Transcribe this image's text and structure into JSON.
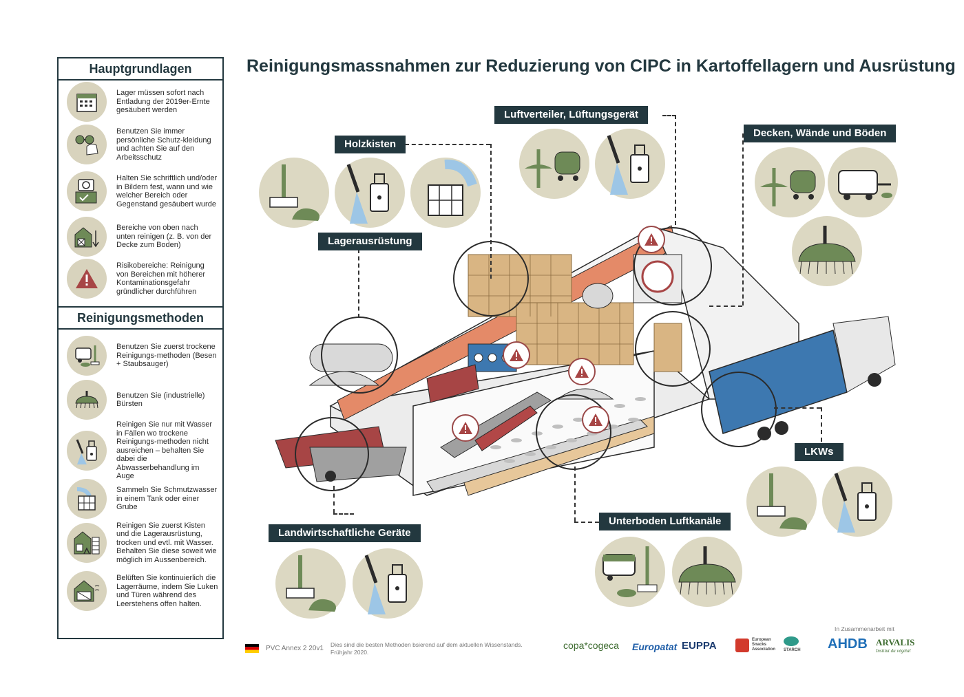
{
  "title": "Reinigungsmassnahmen zur Reduzierung von CIPC in Kartoffellagern und Ausrüstung",
  "sidebar": {
    "principles_title": "Hauptgrundlagen",
    "principles": [
      {
        "icon": "calendar-icon",
        "text": "Lager müssen sofort nach Entladung der 2019er-Ernte gesäubert werden"
      },
      {
        "icon": "protective-gear-icon",
        "text": "Benutzen Sie immer persönliche Schutz-kleidung und achten Sie auf den Arbeitsschutz"
      },
      {
        "icon": "camera-icon",
        "text": "Halten Sie schriftlich und/oder in Bildern fest, wann und wie welcher Bereich oder Gegenstand gesäubert wurde"
      },
      {
        "icon": "top-down-icon",
        "text": "Bereiche von oben nach unten reinigen (z. B. von der Decke zum Boden)"
      },
      {
        "icon": "warning-icon",
        "text": "Risikobereiche: Reinigung von Bereichen mit höherer Kontaminationsgefahr gründlicher durchführen"
      }
    ],
    "methods_title": "Reinigungsmethoden",
    "methods": [
      {
        "icon": "vacuum-broom-icon",
        "text": "Benutzen Sie zuerst trockene Reinigungs-methoden (Besen + Staubsauger)"
      },
      {
        "icon": "industrial-brush-icon",
        "text": "Benutzen Sie (industrielle) Bürsten"
      },
      {
        "icon": "pressure-washer-icon",
        "text": "Reinigen Sie nur mit Wasser in Fällen wo trockene Reinigungs-methoden nicht ausreichen – behalten Sie dabei die Abwasserbehandlung im Auge"
      },
      {
        "icon": "water-tank-icon",
        "text": "Sammeln Sie Schmutzwasser in einem Tank oder einer Grube"
      },
      {
        "icon": "boxes-outside-icon",
        "text": "Reinigen Sie zuerst Kisten und die Lagerausrüstung, trocken und evtl. mit Wasser. Behalten Sie diese soweit wie möglich im Aussenbereich."
      },
      {
        "icon": "ventilation-icon",
        "text": "Belüften Sie kontinuierlich die Lagerräume, indem Sie Luken und Türen während des Leerstehens offen halten."
      }
    ]
  },
  "labels": {
    "holzkisten": "Holzkisten",
    "luftverteiler": "Luftverteiler, Lüftungsgerät",
    "decken": "Decken, Wände und Böden",
    "lagerausruestung": "Lagerausrüstung",
    "landwirtschaft": "Landwirtschaftliche Geräte",
    "unterboden": "Unterboden Luftkanäle",
    "lkws": "LKWs"
  },
  "footer": {
    "code": "PVC Annex 2 20v1",
    "note_1": "Dies sind die besten Methoden bsierend auf dem aktuellen Wissenstands.",
    "note_2": "Frühjahr 2020.",
    "collab": "In Zusammenarbeit mit",
    "logos": [
      "copa*cogeca",
      "Europatat",
      "EUPPA",
      "European Snacks Association",
      "STARCH",
      "AHDB",
      "ARVALIS"
    ],
    "arvalis_sub": "Institut du végétal"
  },
  "colors": {
    "navy": "#23383f",
    "beige": "#d8d3bd",
    "olive": "#6e8a57",
    "terracotta": "#e48a68",
    "blue": "#3d78b0",
    "red": "#a74545",
    "box": "#d9b583"
  }
}
